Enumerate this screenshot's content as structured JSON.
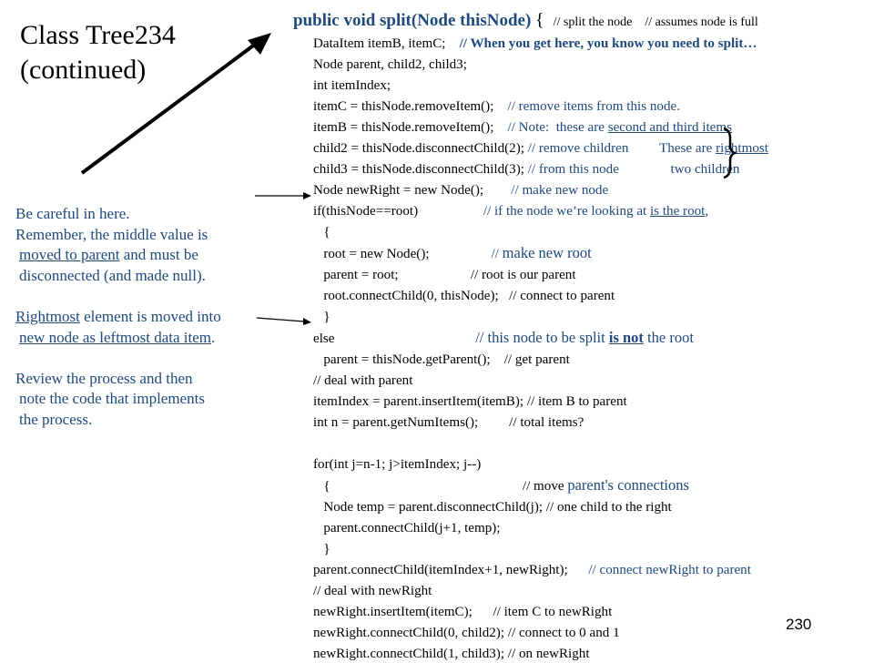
{
  "title": {
    "line1": "Class Tree234",
    "line2": "(continued)"
  },
  "notes": {
    "p1": [
      "Be careful in here.",
      "Remember,  the middle value is",
      "moved to parent",
      " and must be",
      "disconnected (and made null)."
    ],
    "p2": [
      "Rightmost",
      " element  is moved into",
      "new node as leftmost data item",
      "."
    ],
    "p3": [
      "Review the process and then",
      "note the code that implements",
      "the process."
    ]
  },
  "code": {
    "l0a": "public void split(Node thisNode) ",
    "l0b": "{  ",
    "l0c": "// split the node    // assumes node is full",
    "l1a": "DataItem itemB, itemC;    ",
    "l1b": "// When you get here, you know you need to split…",
    "l2": "Node parent, child2, child3;",
    "l3": "int itemIndex;",
    "l4a": "itemC = thisNode.removeItem();    ",
    "l4b": "// remove items from this node.",
    "l5a": "itemB = thisNode.removeItem();    ",
    "l5b": "// Note:  these are ",
    "l5c": "second and third items",
    "l6a": "child2 = thisNode.disconnectChild(2); ",
    "l6b": "// remove children         These are ",
    "l6c": "rightmost",
    "l7a": "child3 = thisNode.disconnectChild(3); ",
    "l7b": "// from this node               two children",
    "l8a": "Node newRight = new Node();        ",
    "l8b": "// make new node",
    "l9a": "if(thisNode==root)                   ",
    "l9b": "// if the node we’re looking at ",
    "l9c": "is the root",
    "l9d": ",",
    "l10": "   {",
    "l11a": "   root = new Node();                  ",
    "l11b": "// ",
    "l11c": "make new root",
    "l12a": "   parent = root;                     ",
    "l12b": "// root is our parent",
    "l13a": "   root.connectChild(0, thisNode);   ",
    "l13b": "// connect to parent",
    "l14": "   }",
    "l15a": "else                                         ",
    "l15b": "// ",
    "l15c": "this node to be split ",
    "l15d": "is not",
    "l15e": " the root",
    "l16a": "   parent = thisNode.getParent();    ",
    "l16b": "// get parent",
    "l17": "// deal with parent",
    "l18a": "itemIndex = parent.insertItem(itemB); ",
    "l18b": "// item B to parent",
    "l19a": "int n = parent.getNumItems();         ",
    "l19b": "// total items?",
    "l20": "for(int j=n-1; j>itemIndex; j--)",
    "l21a": "   {                                                        ",
    "l21b": "// move ",
    "l21c": "parent's connections",
    "l22a": "   Node temp = parent.disconnectChild(j); ",
    "l22b": "// one child to the right",
    "l23": "   parent.connectChild(j+1, temp);",
    "l24": "   }",
    "l25a": "parent.connectChild(itemIndex+1, newRight);      ",
    "l25b": "// connect newRight to parent",
    "l26": "// deal with newRight",
    "l27a": "newRight.insertItem(itemC);      ",
    "l27b": "// item C to newRight",
    "l28a": "newRight.connectChild(0, child2); ",
    "l28b": "// connect to 0 and 1",
    "l29a": "newRight.connectChild(1, child3); ",
    "l29b": "// on newRight"
  },
  "page_number": "230"
}
